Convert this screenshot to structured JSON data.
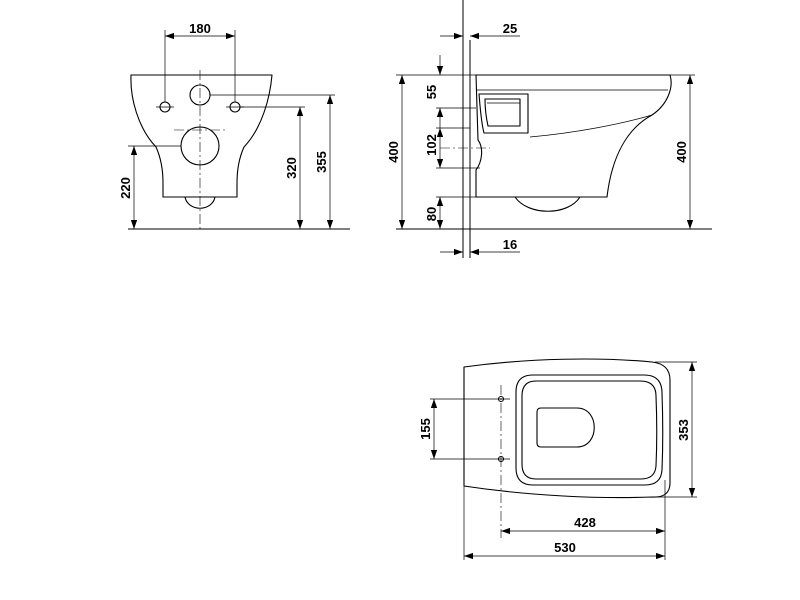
{
  "dimensions": {
    "front_width_180": "180",
    "front_height_220": "220",
    "front_height_320": "320",
    "front_height_355": "355",
    "side_offset_25": "25",
    "side_height_55": "55",
    "side_height_102": "102",
    "side_height_80": "80",
    "side_height_left_400": "400",
    "side_height_right_400": "400",
    "side_offset_16": "16",
    "top_spacing_155": "155",
    "top_width_353": "353",
    "top_length_428": "428",
    "top_length_530": "530"
  },
  "colors": {
    "line": "#000000",
    "background": "#ffffff"
  }
}
